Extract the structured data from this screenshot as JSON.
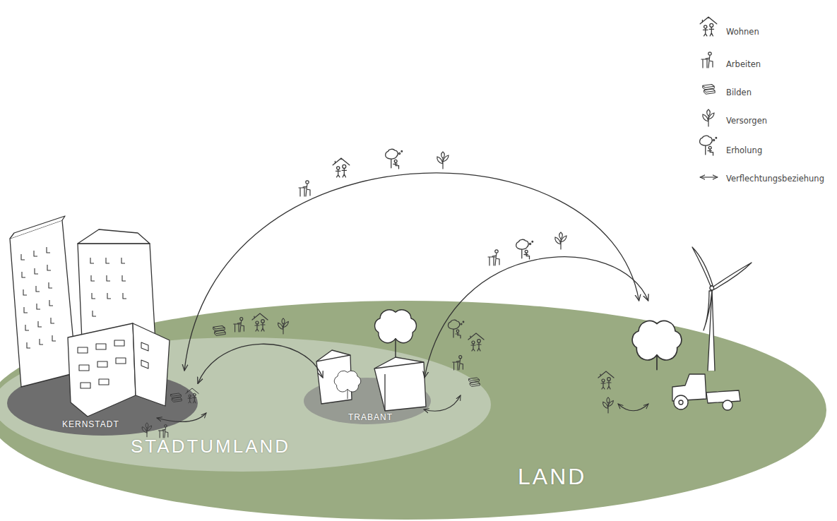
{
  "diagram": {
    "nodes": [
      {
        "text": [
          "LAND"
        ]
      },
      {
        "text": [
          "STADTUMLAND"
        ],
        "in": 0
      },
      {
        "text": [
          "KERNSTADT"
        ],
        "in": 1
      },
      {
        "text": [
          "TRABANT"
        ],
        "in": 1
      }
    ],
    "edges": [
      {
        "from": 2,
        "to": 0,
        "arrow": "both"
      },
      {
        "from": 3,
        "to": 0,
        "arrow": "both"
      },
      {
        "from": 2,
        "to": 3,
        "arrow": "both"
      }
    ],
    "legend": [
      {
        "text": "Wohnen"
      },
      {
        "text": "Arbeiten"
      },
      {
        "text": "Bilden"
      },
      {
        "text": "Versorgen"
      },
      {
        "text": "Erholung"
      },
      {
        "text": "Verflechtungsbeziehung"
      }
    ]
  }
}
